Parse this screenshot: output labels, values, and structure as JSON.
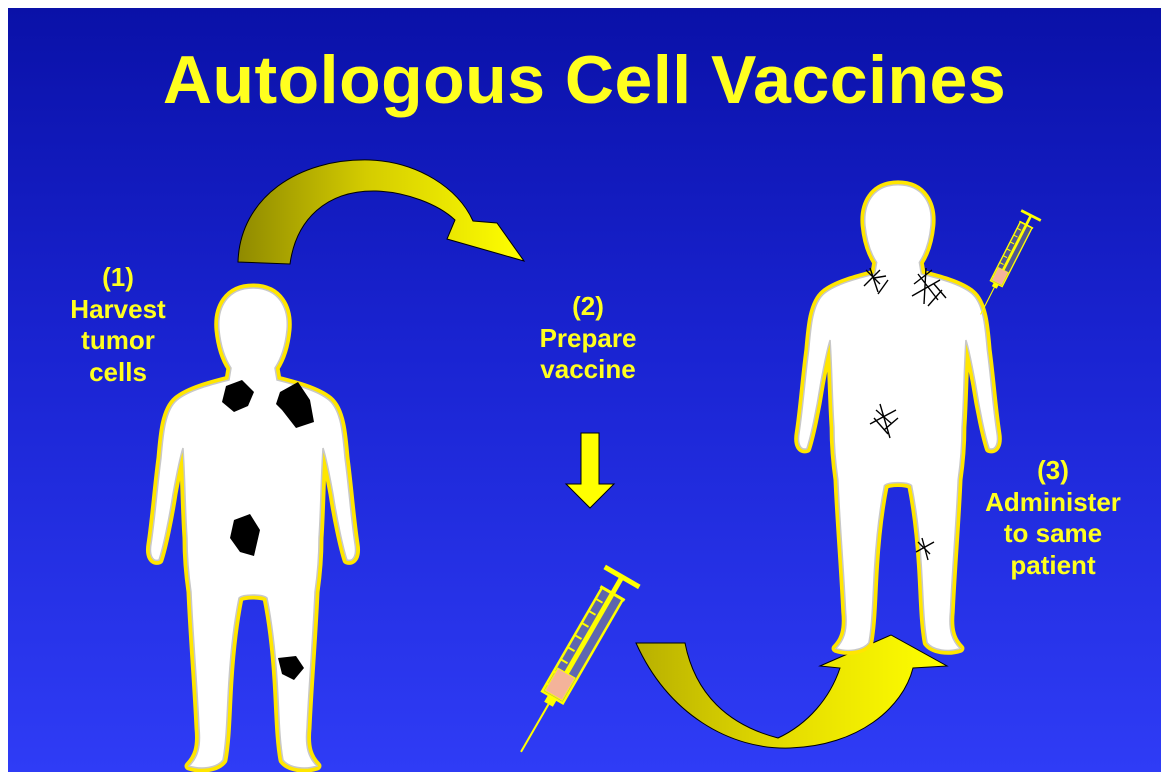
{
  "title": "Autologous Cell Vaccines",
  "steps": [
    {
      "number": "(1)",
      "lines": [
        "Harvest",
        "tumor",
        "cells"
      ]
    },
    {
      "number": "(2)",
      "lines": [
        "Prepare",
        "vaccine"
      ]
    },
    {
      "number": "(3)",
      "lines": [
        "Administer",
        "to same",
        "patient"
      ]
    }
  ],
  "colors": {
    "text": "#ffff1e",
    "background_top": "#0a11a8",
    "background_bottom": "#2f3cf6",
    "arrow": "#ffff00",
    "body_fill": "#ffffff",
    "body_outline": "#ffe600",
    "tumor": "#000000",
    "plunger_tip": "#f4b39a"
  },
  "icons": [
    "curved-arrow",
    "down-arrow",
    "human-silhouette",
    "tumor",
    "syringe"
  ]
}
